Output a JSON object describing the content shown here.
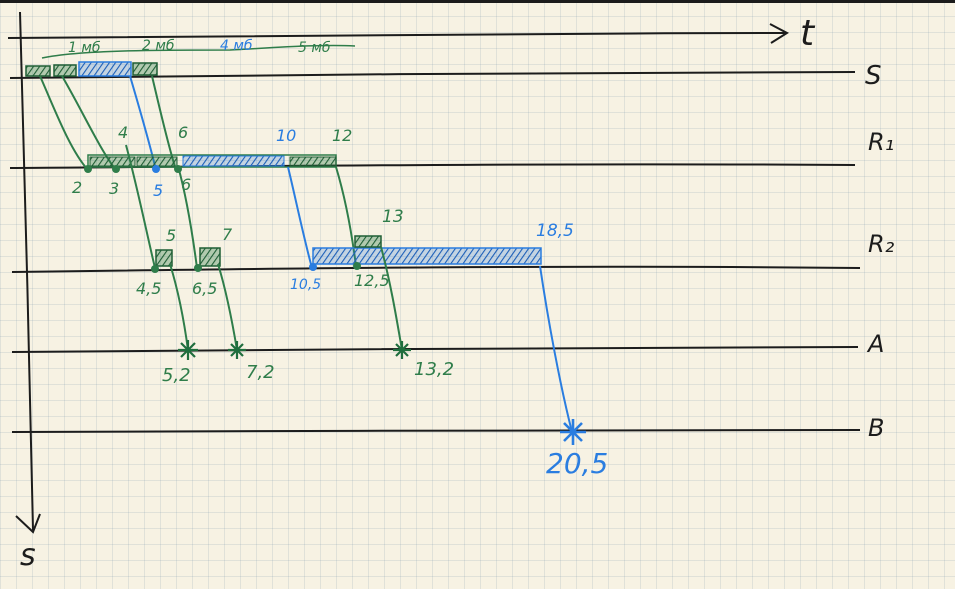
{
  "colors": {
    "green": "#2f7d4a",
    "blue": "#2a7de0",
    "ink": "#1c1c1c",
    "paper": "#f7f2e3"
  },
  "axes": {
    "time_label": "t",
    "space_label": "s"
  },
  "lanes": [
    "S",
    "R₁",
    "R₂",
    "A",
    "B"
  ],
  "size_labels": [
    "1 мб",
    "2 мб",
    "4 мб",
    "5 мб"
  ],
  "times": {
    "r1_top": [
      "4",
      "6",
      "10",
      "12"
    ],
    "r1_bottom": [
      "2",
      "3",
      "5",
      "6"
    ],
    "r2_top": [
      "5",
      "7",
      "13",
      "18,5"
    ],
    "r2_bottom": [
      "4,5",
      "6,5",
      "10,5",
      "12,5"
    ],
    "a": [
      "5,2",
      "7,2",
      "13,2"
    ],
    "b": "20,5"
  }
}
